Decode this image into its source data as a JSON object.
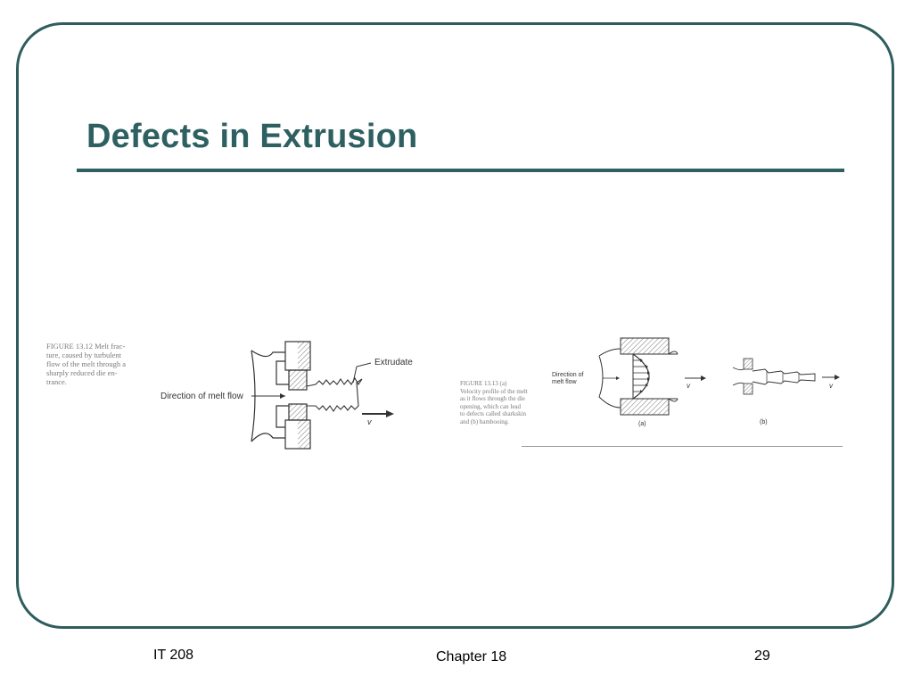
{
  "slide": {
    "title": "Defects in Extrusion"
  },
  "figure_1312": {
    "caption_lines": [
      "FIGURE 13.12   Melt frac-",
      "ture, caused by turbulent",
      "flow of the melt through a",
      "sharply reduced die en-",
      "trance."
    ],
    "label_extrudate": "Extrudate",
    "label_direction": "Direction of melt flow",
    "label_velocity": "v"
  },
  "figure_1313": {
    "caption_lines": [
      "FIGURE 13.13   (a)",
      "Velocity profile of the melt",
      "as it flows through the die",
      "opening, which can lead",
      "to defects called sharkskin",
      "and (b) bambooing."
    ],
    "label_direction_line1": "Direction of",
    "label_direction_line2": "melt flow",
    "label_velocity_a": "v",
    "label_velocity_b": "v",
    "sublabel_a": "(a)",
    "sublabel_b": "(b)"
  },
  "footer": {
    "left": "IT 208",
    "center": "Chapter 18",
    "right": "29"
  },
  "colors": {
    "accent": "#2f6061",
    "frame": "#2f5d5e"
  }
}
